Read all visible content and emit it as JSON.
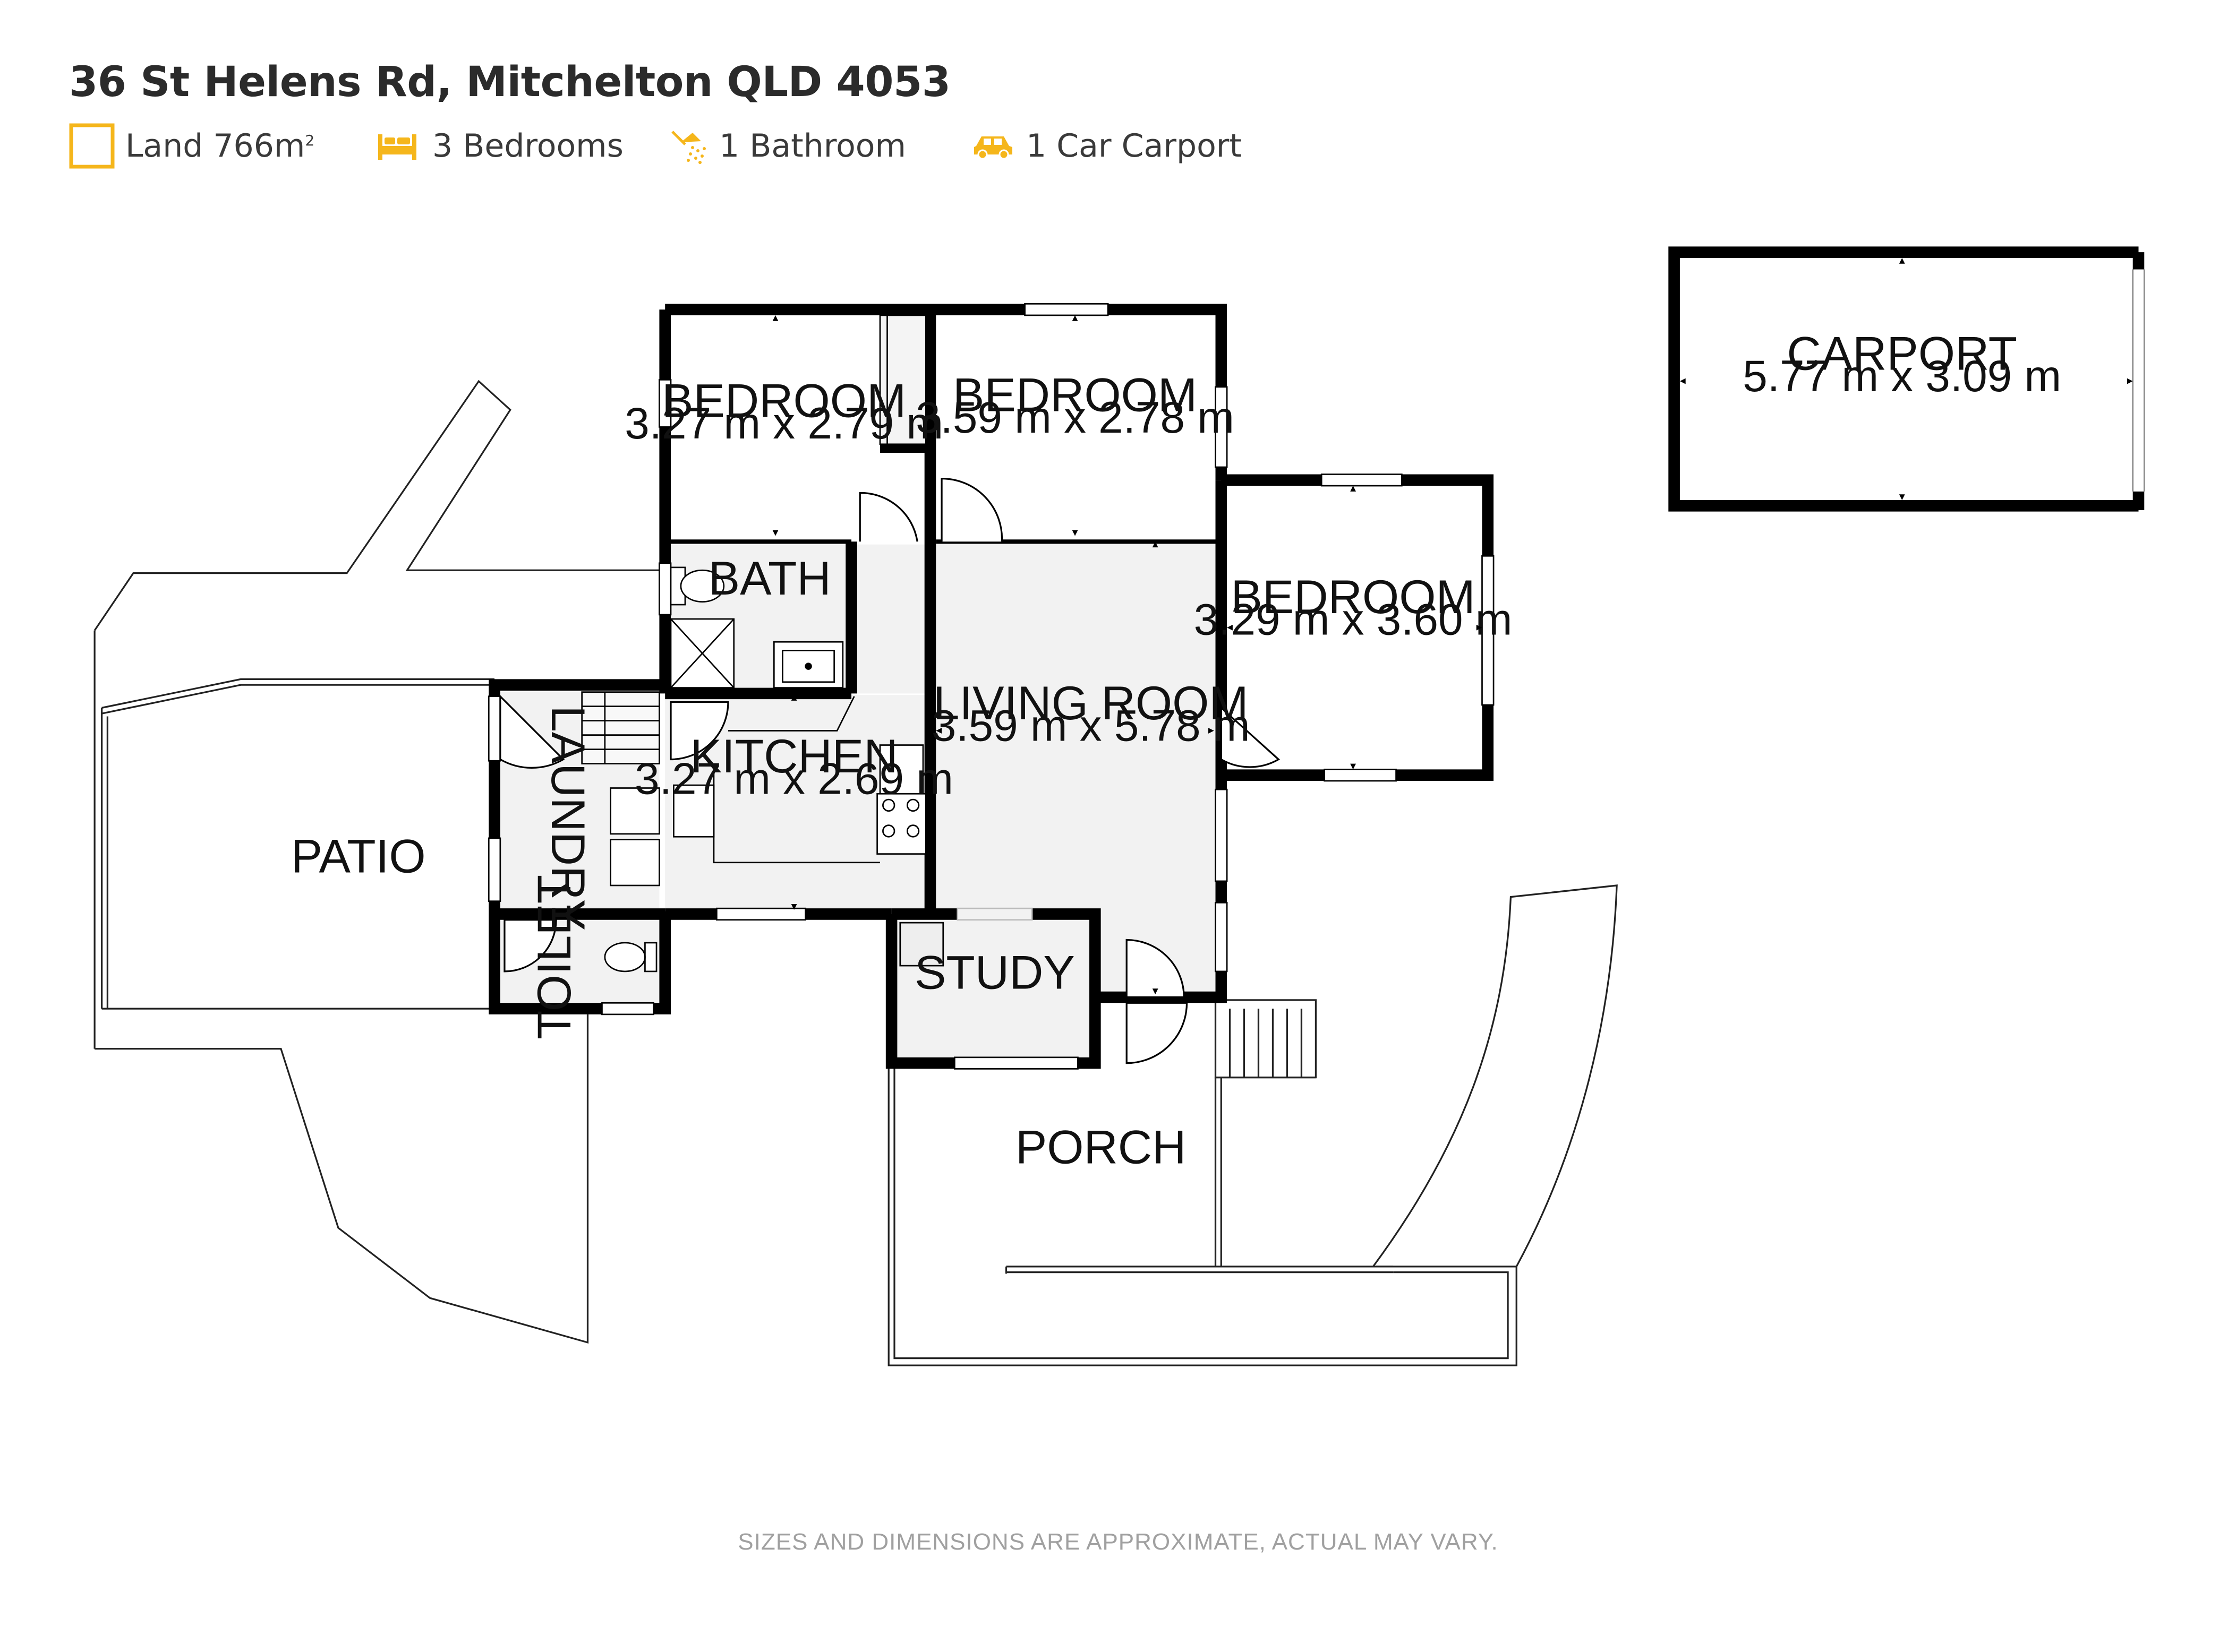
{
  "header": {
    "address": "36 St Helens Rd, Mitchelton QLD 4053",
    "stats": [
      {
        "icon": "land-square-icon",
        "label": "Land 766m",
        "sup": "2"
      },
      {
        "icon": "bed-icon",
        "label": "3 Bedrooms"
      },
      {
        "icon": "shower-icon",
        "label": "1 Bathroom"
      },
      {
        "icon": "car-icon",
        "label": "1 Car Carport"
      }
    ],
    "accent_color": "#f5b61b"
  },
  "rooms": {
    "bedroom1": {
      "name": "BEDROOM",
      "dims": "3.27 m x 2.79 m"
    },
    "bedroom2": {
      "name": "BEDROOM",
      "dims": "3.59 m x 2.78 m"
    },
    "bedroom3": {
      "name": "BEDROOM",
      "dims": "3.29 m x 3.60 m"
    },
    "bath": {
      "name": "BATH"
    },
    "kitchen": {
      "name": "KITCHEN",
      "dims": "3.27 m x 2.69 m"
    },
    "living": {
      "name": "LIVING ROOM",
      "dims": "3.59 m x 5.78 m"
    },
    "laundry": {
      "name": "LAUNDRY"
    },
    "toilet": {
      "name": "TOILET"
    },
    "study": {
      "name": "STUDY"
    },
    "patio": {
      "name": "PATIO"
    },
    "porch": {
      "name": "PORCH"
    },
    "carport": {
      "name": "CARPORT",
      "dims": "5.77 m x 3.09 m"
    }
  },
  "footer": {
    "disclaimer": "SIZES AND DIMENSIONS ARE APPROXIMATE, ACTUAL MAY VARY."
  }
}
